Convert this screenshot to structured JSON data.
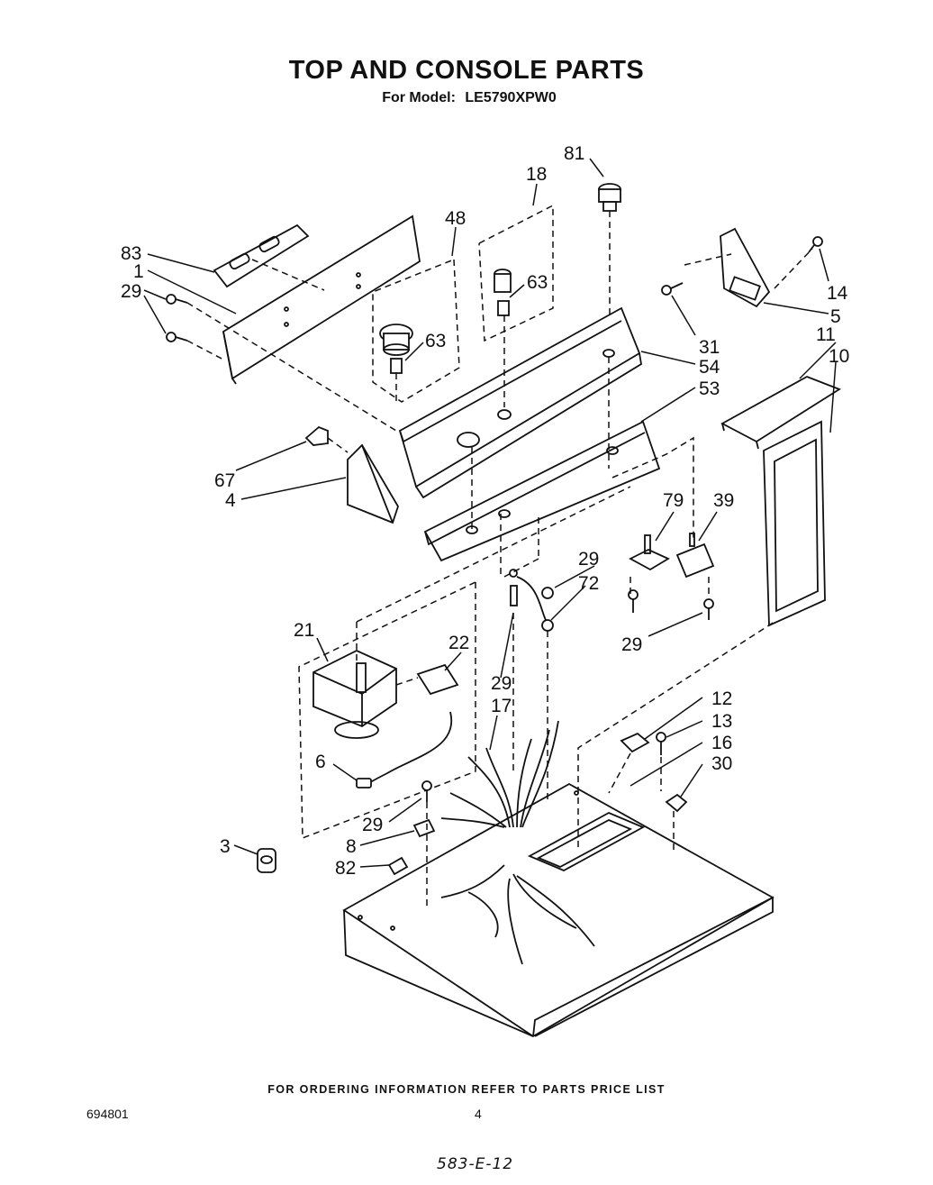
{
  "header": {
    "title": "TOP AND CONSOLE PARTS",
    "model_label": "For Model:",
    "model_number": "LE5790XPW0"
  },
  "callouts": {
    "c81": "81",
    "c18": "18",
    "c48": "48",
    "c83": "83",
    "c1": "1",
    "c29a": "29",
    "c63a": "63",
    "c63b": "63",
    "c14": "14",
    "c5": "5",
    "c31": "31",
    "c54": "54",
    "c53": "53",
    "c11": "11",
    "c10": "10",
    "c67": "67",
    "c4": "4",
    "c79": "79",
    "c39": "39",
    "c29b": "29",
    "c72": "72",
    "c29c": "29",
    "c21": "21",
    "c22": "22",
    "c29d": "29",
    "c17": "17",
    "c12": "12",
    "c13": "13",
    "c16": "16",
    "c30": "30",
    "c6": "6",
    "c29e": "29",
    "c3": "3",
    "c8": "8",
    "c82": "82"
  },
  "footer": {
    "ordering_note": "FOR ORDERING INFORMATION REFER TO PARTS PRICE LIST",
    "document_number": "694801",
    "page_number": "4",
    "handwritten_code": "583-E-12"
  }
}
